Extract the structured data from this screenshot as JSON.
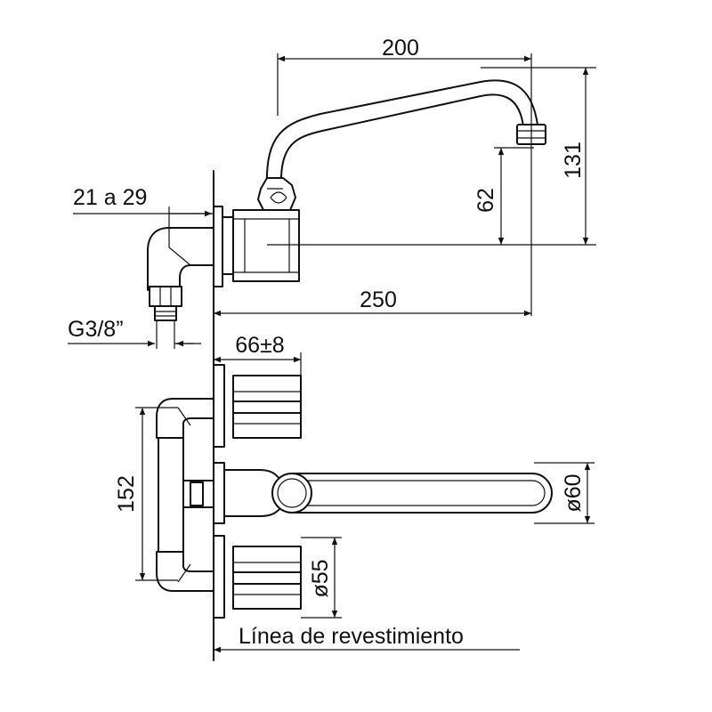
{
  "dimensions": {
    "spout_reach": "200",
    "spout_height": "131",
    "outlet_height": "62",
    "total_reach": "250",
    "wall_depth": "21 a 29",
    "thread": "G3/8”",
    "handle_projection": "66±8",
    "centers": "152",
    "spout_diameter": "ø60",
    "handle_diameter": "ø55"
  },
  "caption": "Línea de revestimiento"
}
